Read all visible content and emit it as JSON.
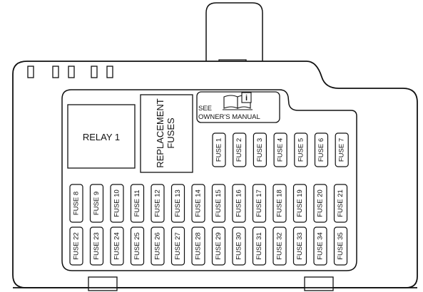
{
  "relay": {
    "label": "RELAY 1"
  },
  "replacement_box": {
    "line1": "REPLACEMENT",
    "line2": "FUSES"
  },
  "manual_note": {
    "line1": "SEE",
    "line2": "OWNER'S MANUAL",
    "icon": "book-info-icon"
  },
  "fuses": {
    "top_row": [
      "FUSE 1",
      "FUSE 2",
      "FUSE 3",
      "FUSE 4",
      "FUSE 5",
      "FUSE 6",
      "FUSE 7"
    ],
    "middle_row": [
      "FUSE 8",
      "FUSE 9",
      "FUSE 10",
      "FUSE 11",
      "FUSE 12",
      "FUSE 13",
      "FUSE 14",
      "FUSE 15",
      "FUSE 16",
      "FUSE 17",
      "FUSE 18",
      "FUSE 19",
      "FUSE 20",
      "FUSE 21"
    ],
    "bottom_row": [
      "FUSE 22",
      "FUSE 23",
      "FUSE 24",
      "FUSE 25",
      "FUSE 26",
      "FUSE 27",
      "FUSE 28",
      "FUSE 29",
      "FUSE 30",
      "FUSE 31",
      "FUSE 32",
      "FUSE 33",
      "FUSE 34",
      "FUSE 35"
    ]
  }
}
